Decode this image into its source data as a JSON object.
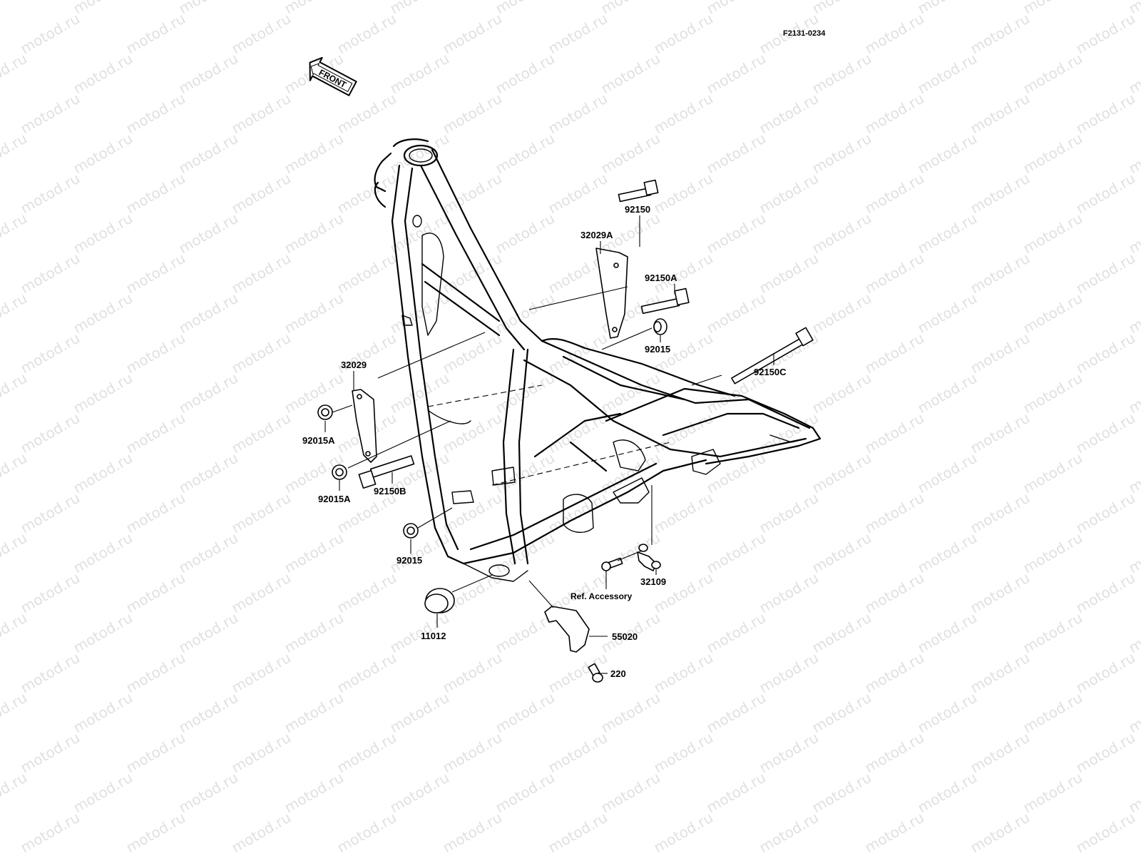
{
  "watermark": {
    "text": "motod.ru",
    "color": "#c8c8c8"
  },
  "diagram_code": "F2131-0234",
  "front_arrow": {
    "text": "FRONT"
  },
  "labels": {
    "p92150": "92150",
    "p32029A": "32029A",
    "p92150A": "92150A",
    "p92015_top": "92015",
    "p92150C": "92150C",
    "p32029": "32029",
    "p92015A_upper": "92015A",
    "p92015A_lower": "92015A",
    "p92150B": "92150B",
    "p92015_lower": "92015",
    "p32109": "32109",
    "ref_accessory": "Ref. Accessory",
    "p11012": "11012",
    "p55020": "55020",
    "p220": "220"
  }
}
